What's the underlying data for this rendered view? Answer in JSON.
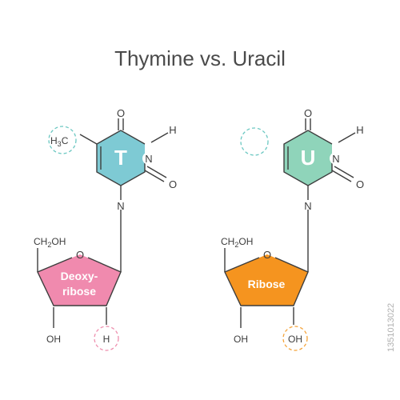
{
  "title": "Thymine vs. Uracil",
  "watermark": "1351013022",
  "thymine": {
    "base_letter": "T",
    "methyl_main": "H",
    "methyl_sub": "3",
    "methyl_c": "C",
    "n_top": "N",
    "h_top": "H",
    "n_bottom": "N",
    "o_top": "O",
    "o_right": "O",
    "ring_o": "O",
    "ch2oh_main": "CH",
    "ch2oh_sub": "2",
    "ch2oh_tail": "OH",
    "sugar_label_line1": "Deoxy-",
    "sugar_label_line2": "ribose",
    "oh_bottom": "OH",
    "h_bottom": "H"
  },
  "uracil": {
    "base_letter": "U",
    "n_top": "N",
    "h_top": "H",
    "n_bottom": "N",
    "o_top": "O",
    "o_right": "O",
    "ring_o": "O",
    "ch2oh_main": "CH",
    "ch2oh_sub": "2",
    "ch2oh_tail": "OH",
    "sugar_label": "Ribose",
    "oh_bottom": "OH",
    "oh_circled": "OH"
  },
  "colors": {
    "thymine_ring": "#7ecad4",
    "uracil_ring": "#8fd4ba",
    "deoxyribose": "#f08aae",
    "ribose": "#f5941f",
    "highlight_teal": "#6cc8c2",
    "highlight_pink": "#ee8fae",
    "highlight_orange": "#f5a43a"
  }
}
